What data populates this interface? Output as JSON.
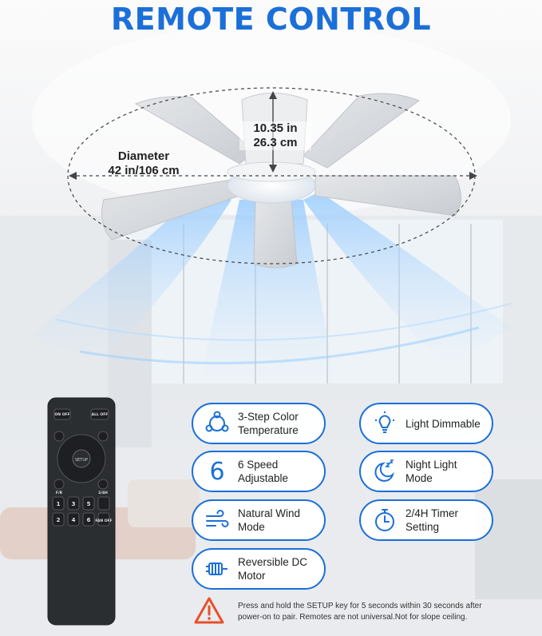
{
  "title": "REMOTE CONTROL",
  "dimensions": {
    "height_line1": "10.35 in",
    "height_line2": "26.3 cm",
    "diameter_label": "Diameter",
    "diameter_value": "42 in/106 cm"
  },
  "remote": {
    "buttons": {
      "fan_on": "ON OFF",
      "all_off": "ALL OFF",
      "setup": "SETUP",
      "fr": "F/R",
      "timer": "2/4H",
      "fan_off": "FAN OFF",
      "speeds": [
        "1",
        "3",
        "5",
        "2",
        "4",
        "6"
      ]
    }
  },
  "features": [
    {
      "label": "3-Step Color Temperature",
      "icon": "color-temperature-icon"
    },
    {
      "label": "Light Dimmable",
      "icon": "light-bulb-icon"
    },
    {
      "label": "6 Speed Adjustable",
      "icon": "six-speed-icon"
    },
    {
      "label": "Night Light Mode",
      "icon": "moon-zz-icon"
    },
    {
      "label": "Natural Wind Mode",
      "icon": "wind-icon"
    },
    {
      "label": "2/4H Timer Setting",
      "icon": "stopwatch-icon"
    },
    {
      "label": "Reversible DC Motor",
      "icon": "motor-icon"
    }
  ],
  "feature_lines": {
    "f0a": "3-Step Color",
    "f0b": "Temperature",
    "f1a": "Light Dimmable",
    "f2a": "6 Speed",
    "f2b": "Adjustable",
    "f2num": "6",
    "f3a": "Night Light",
    "f3b": "Mode",
    "f4a": "Natural Wind",
    "f4b": "Mode",
    "f5a": "2/4H Timer",
    "f5b": "Setting",
    "f6a": "Reversible DC",
    "f6b": "Motor"
  },
  "note": {
    "line1": "Press and hold the SETUP key for 5 seconds within 30 seconds after",
    "line2": "power-on to pair.  Remotes are not universal.Not for slope ceiling."
  },
  "colors": {
    "accent": "#1b6fd8",
    "warning": "#e8502a",
    "remote": "#2b2e31"
  }
}
